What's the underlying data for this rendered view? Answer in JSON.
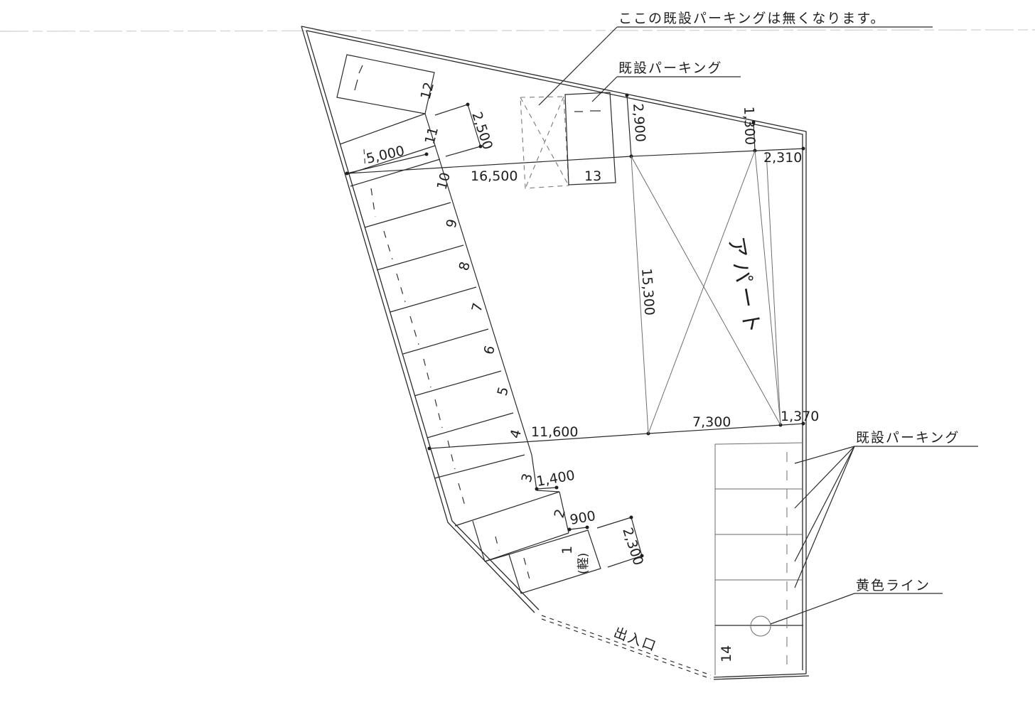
{
  "annotations": {
    "removed_parking": "ここの既設パーキングは無くなります。",
    "existing_parking_top": "既設パーキング",
    "existing_parking_right": "既設パーキング",
    "yellow_line": "黄色ライン",
    "entrance": "出入口",
    "apartment": "アパート"
  },
  "parking_spaces": [
    {
      "number": "1",
      "note": "(軽)"
    },
    {
      "number": "2"
    },
    {
      "number": "3"
    },
    {
      "number": "4"
    },
    {
      "number": "5"
    },
    {
      "number": "6"
    },
    {
      "number": "7"
    },
    {
      "number": "8"
    },
    {
      "number": "9"
    },
    {
      "number": "10"
    },
    {
      "number": "11"
    },
    {
      "number": "12"
    },
    {
      "number": "13"
    },
    {
      "number": "14"
    }
  ],
  "dimensions": {
    "d_5000": "5,000",
    "d_2500": "2,500",
    "d_16500": "16,500",
    "d_2900": "2,900",
    "d_1300": "1,300",
    "d_2310": "2,310",
    "d_15300": "15,300",
    "d_11600": "11,600",
    "d_7300": "7,300",
    "d_1370": "1,370",
    "d_1400": "1,400",
    "d_900": "900",
    "d_2300": "2,300"
  },
  "colors": {
    "line": "#2a2a2a",
    "background": "#ffffff"
  }
}
